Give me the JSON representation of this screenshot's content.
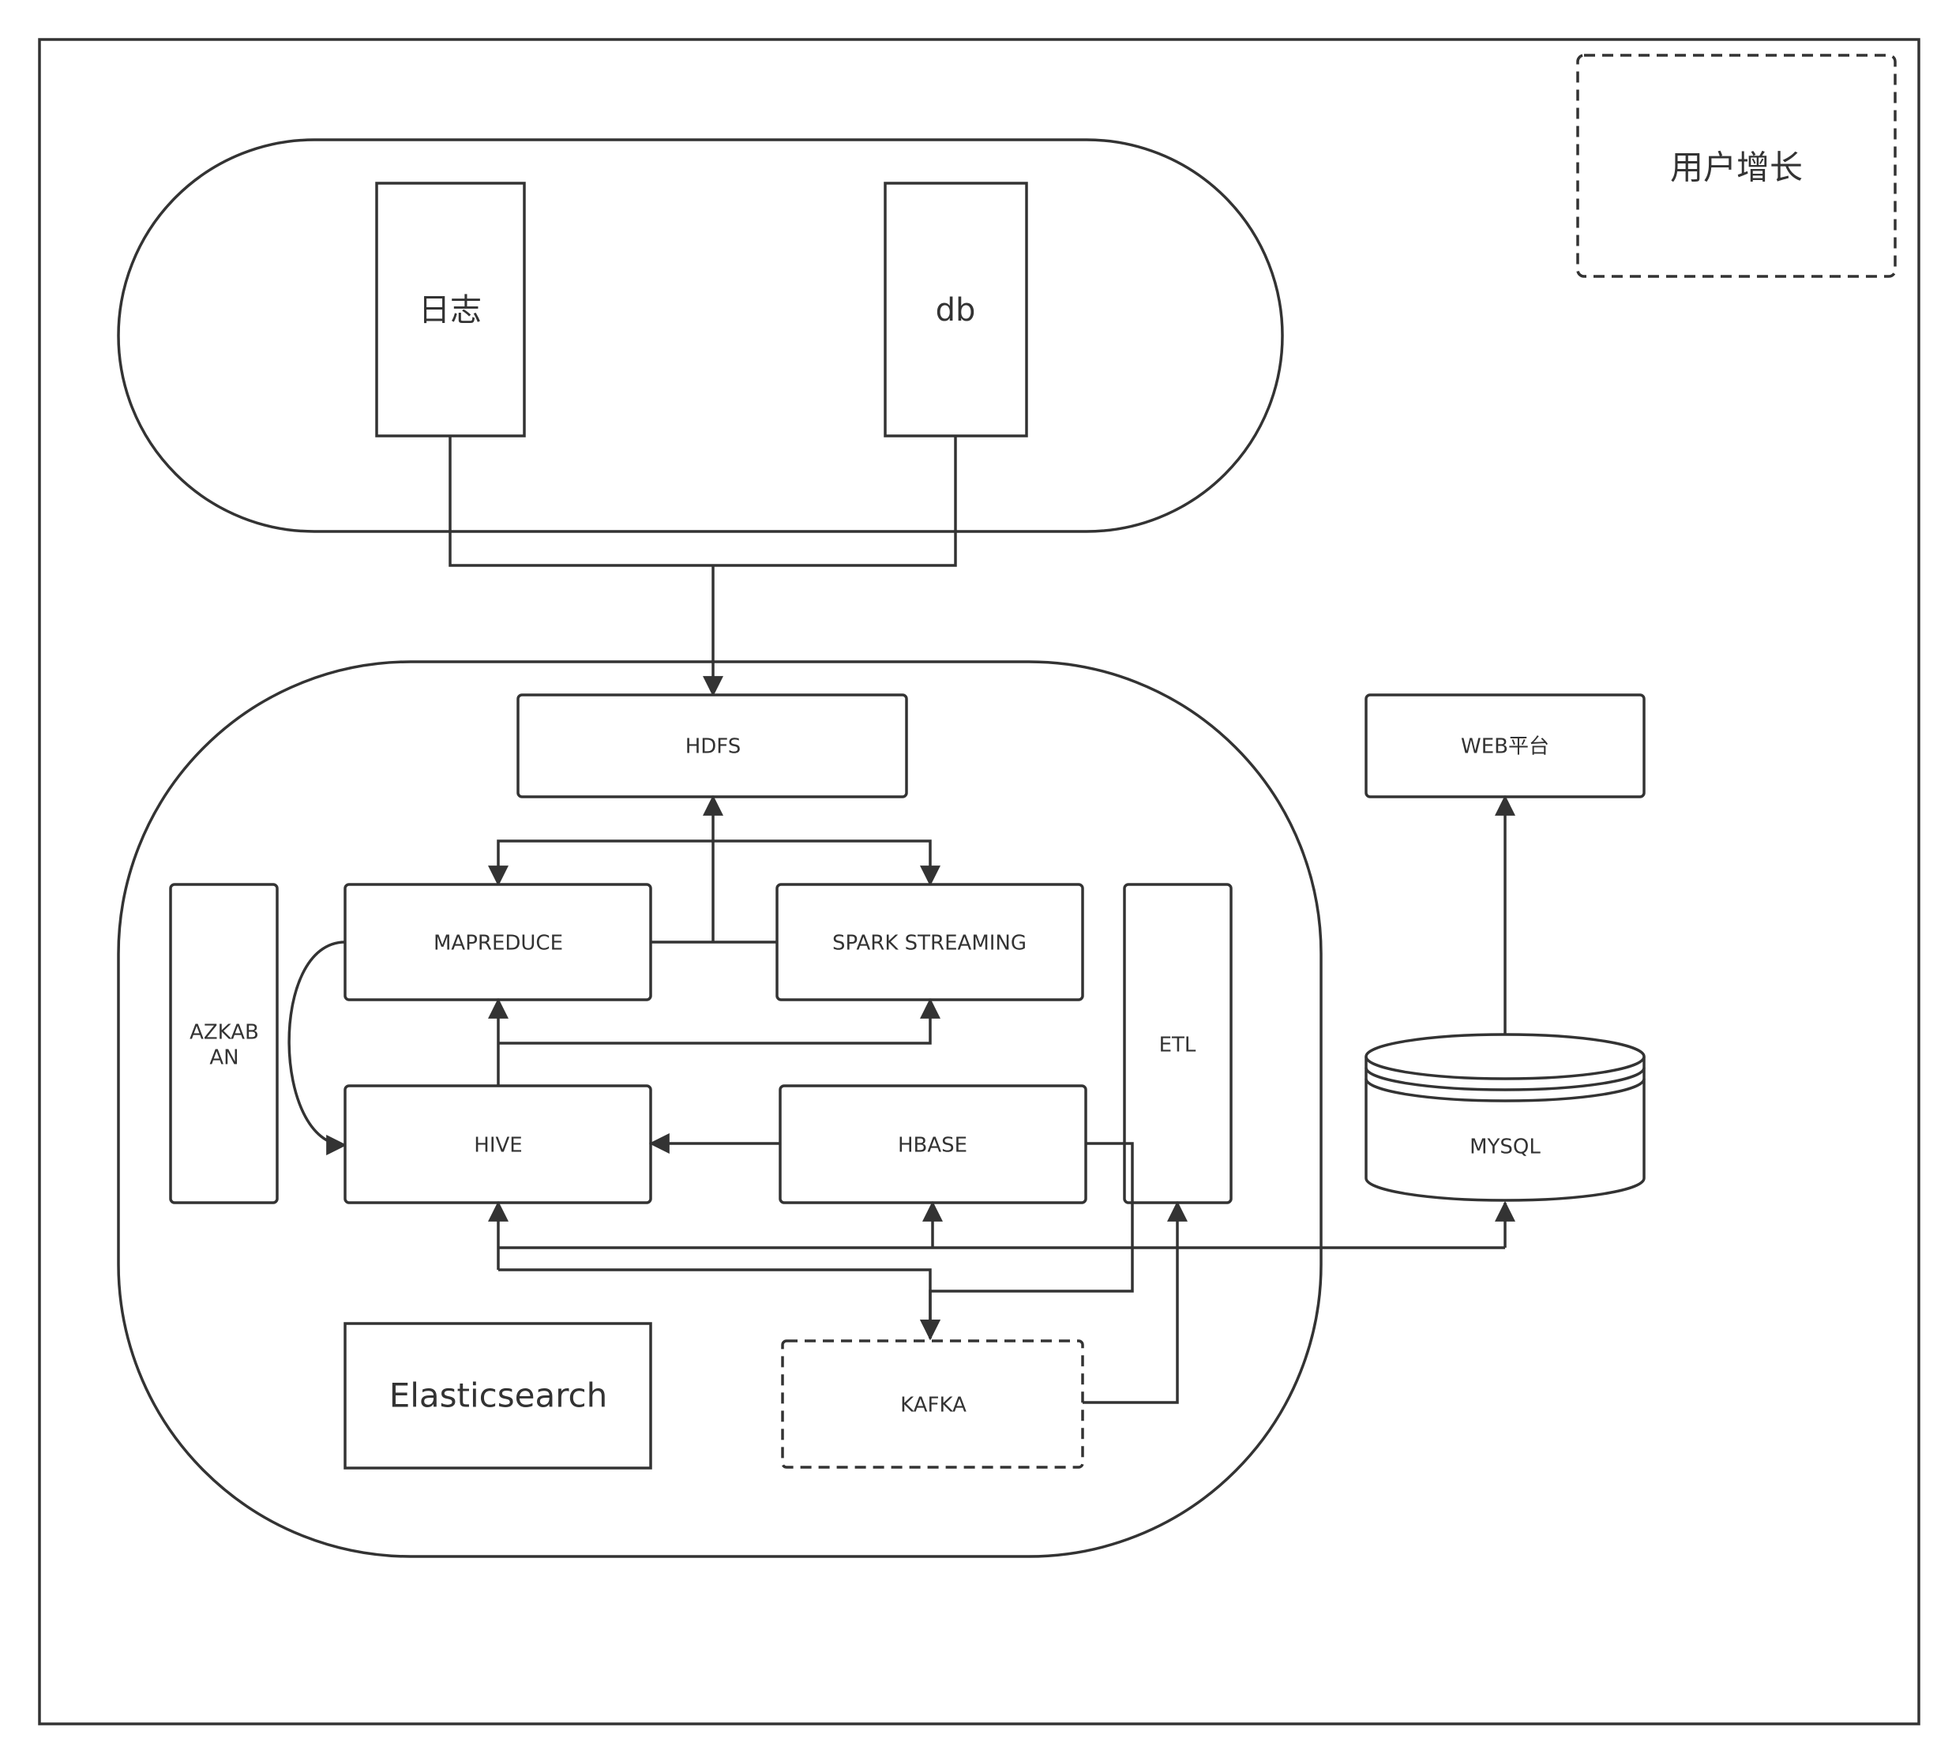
{
  "diagram": {
    "group_label": "用户增长",
    "sources": {
      "log": "日志",
      "db": "db"
    },
    "nodes": {
      "hdfs": "HDFS",
      "mapreduce": "MAPREDUCE",
      "spark_streaming": "SPARK STREAMING",
      "azkaban_line1": "AZKAB",
      "azkaban_line2": "AN",
      "etl": "ETL",
      "hive": "HIVE",
      "hbase": "HBASE",
      "elasticsearch": "Elasticsearch",
      "kafka": "KAFKA",
      "web_platform": "WEB平台",
      "mysql": "MYSQL"
    },
    "colors": {
      "stroke": "#333333",
      "fill": "#ffffff",
      "background": "#ffffff"
    }
  }
}
